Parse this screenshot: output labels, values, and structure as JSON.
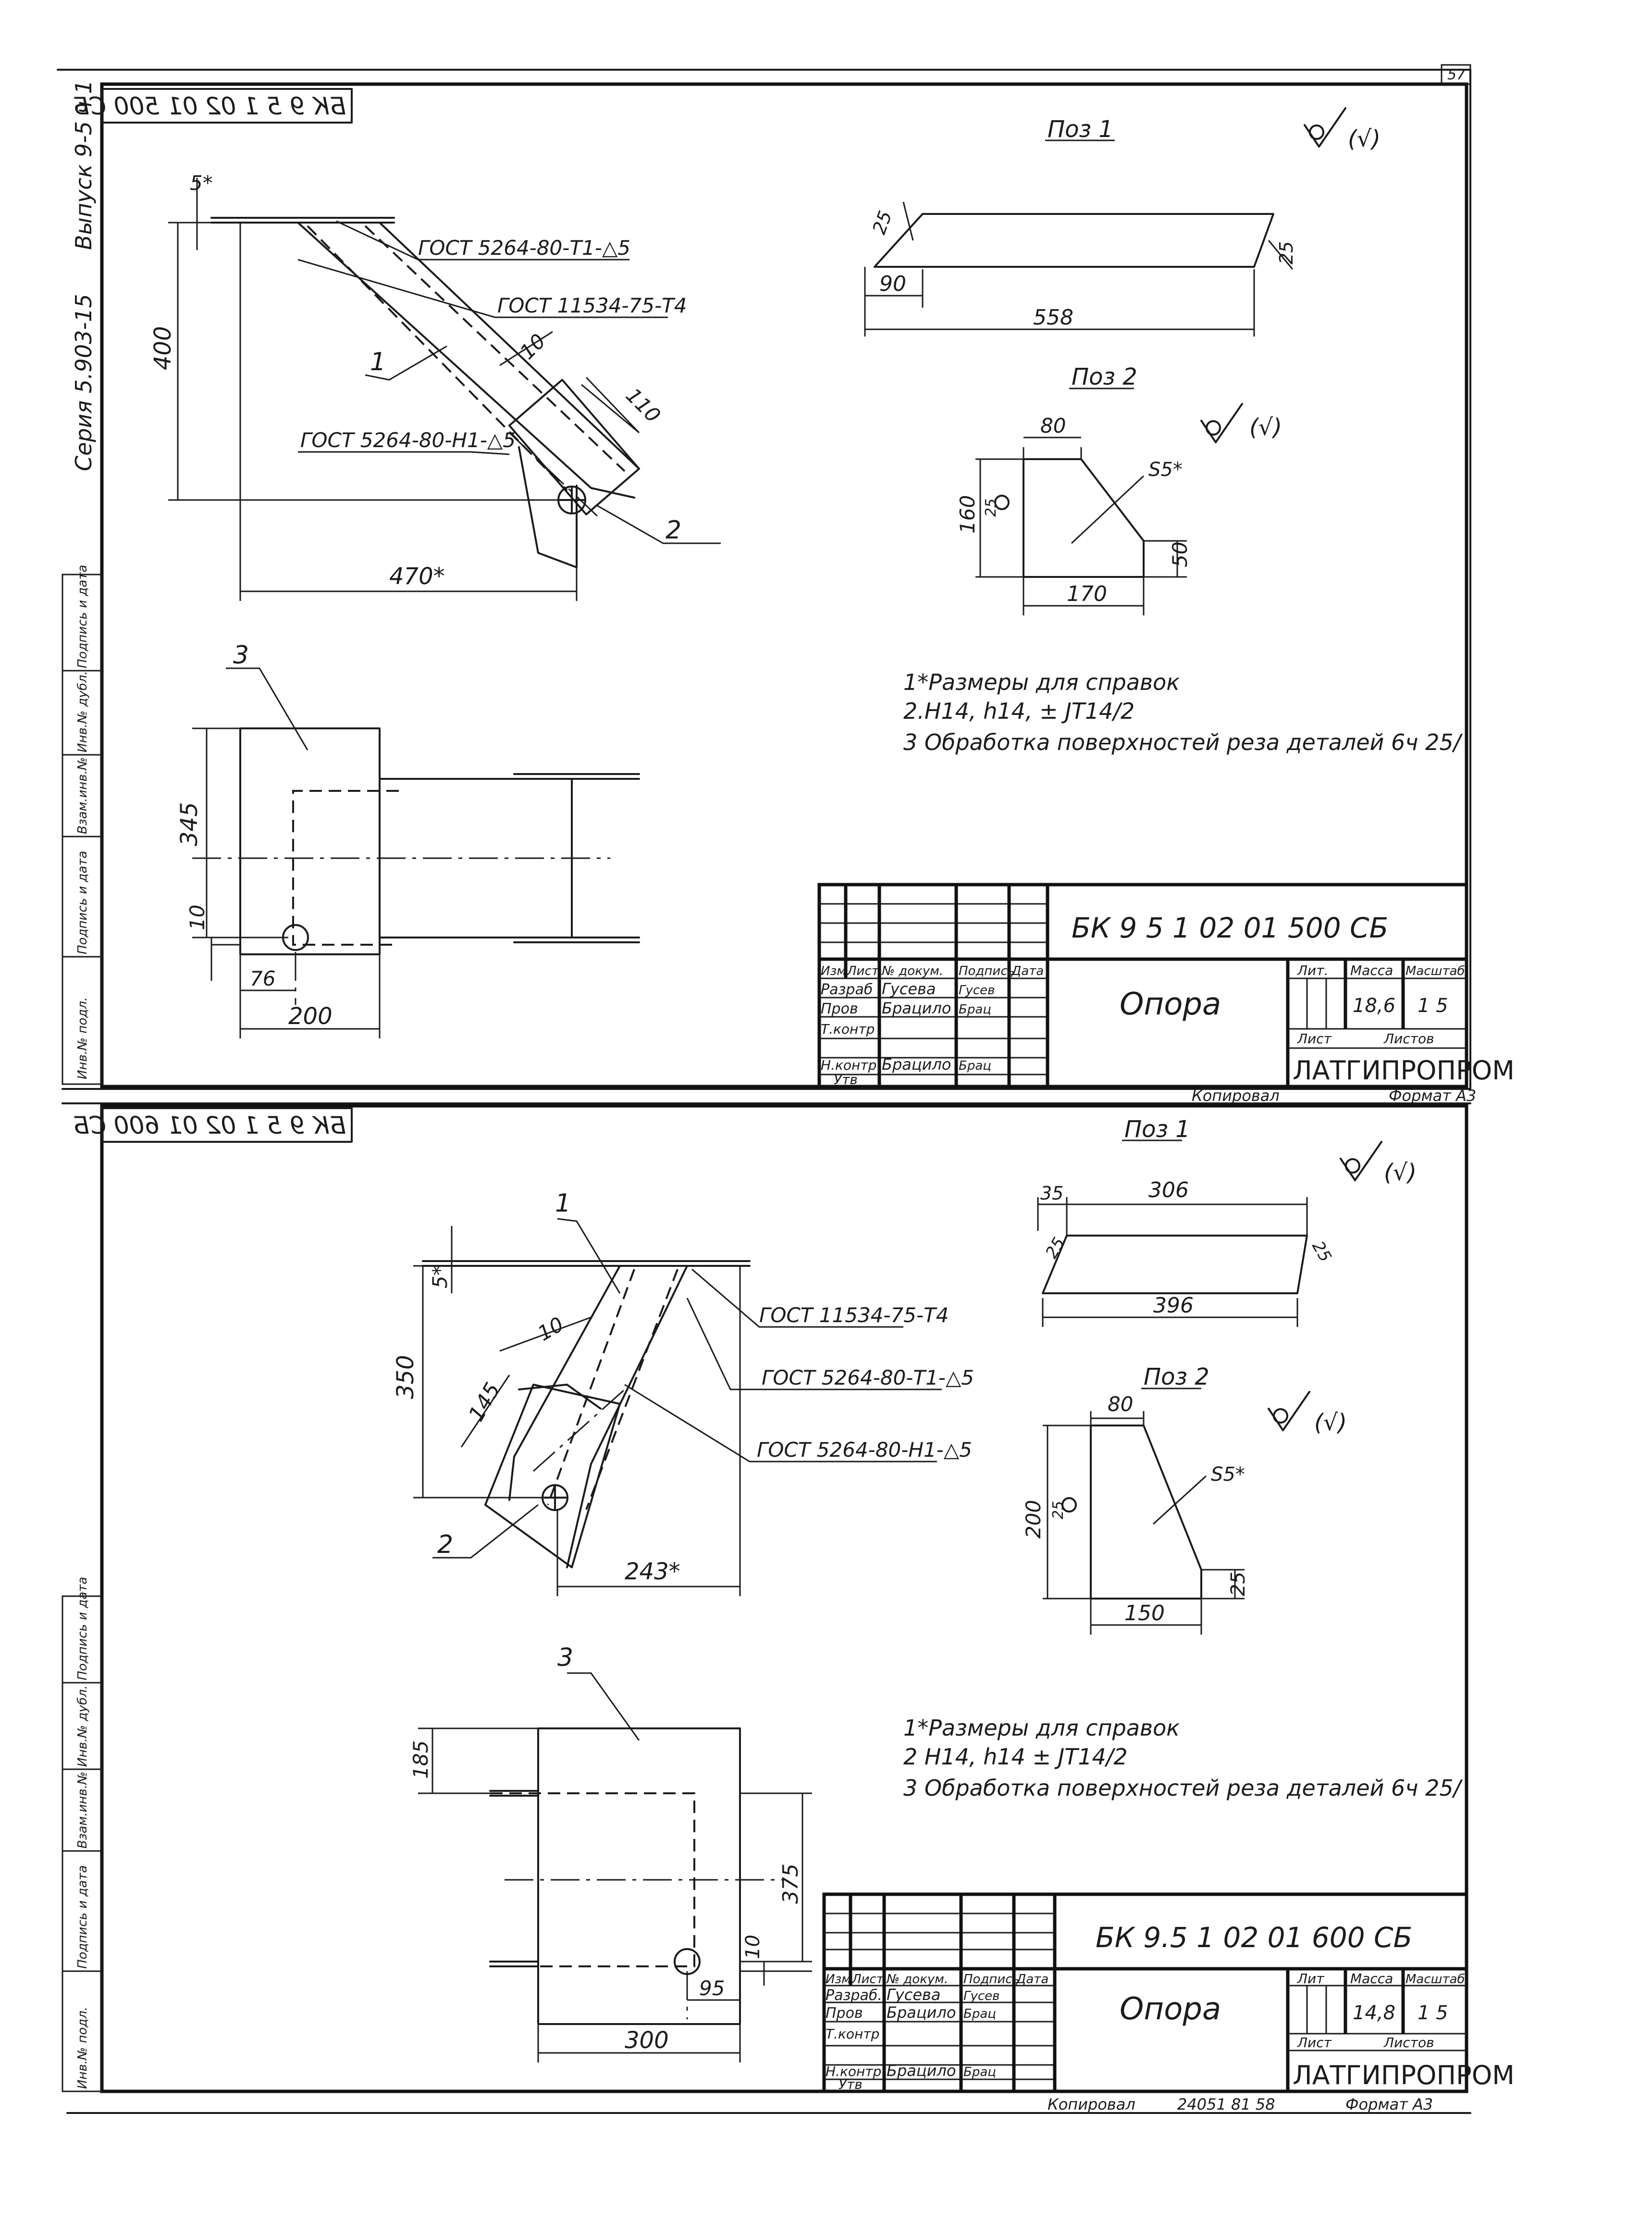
{
  "page_number": "57",
  "side_block": {
    "series": "Серия 5.903-15",
    "issue": "Выпуск 9-5 ч 1",
    "col_signature_date_1": "Подпись и дата",
    "col_dupl_inv": "Инв.№ дубл.",
    "col_replace_inv": "Взам.инв.№",
    "col_signature_date_2": "Подпись и дата",
    "col_orig_inv": "Инв.№ подл."
  },
  "sheet1": {
    "code_mirrored": "БК 9 5 1 02 01 500 СБ",
    "pos1_title": "Поз 1",
    "pos2_title": "Поз 2",
    "roughness_mark": "(√)",
    "weld_1": "ГОСТ 5264-80-Т1-△5",
    "weld_2": "ГОСТ 11534-75-Т4",
    "weld_3": "ГОСТ 5264-80-Н1-△5",
    "dims": {
      "d5": "5*",
      "d400": "400",
      "d10": "10",
      "d110": "110",
      "d470": "470*",
      "d345": "345",
      "d10b": "10",
      "d76": "76",
      "d200": "200",
      "p1_25a": "25",
      "p1_25b": "25",
      "p1_90": "90",
      "p1_558": "558",
      "p2_80": "80",
      "p2_160": "160",
      "p2_25": "25",
      "p2_s5": "S5*",
      "p2_50": "50",
      "p2_170": "170"
    },
    "labels": {
      "l1": "1",
      "l2": "2",
      "l3": "3"
    },
    "notes": [
      "1*Размеры для справок",
      "2.Н14, h14, ± JT14/2",
      "3 Обработка поверхностей реза деталей 6ч 25/"
    ],
    "title_block": {
      "designation": "БК 9 5 1 02 01 500 СБ",
      "name": "Опора",
      "h_izm": "Изм.",
      "h_list": "Лист",
      "h_doc": "№ докум.",
      "h_sign": "Подпись",
      "h_date": "Дата",
      "r_razrab": "Разраб",
      "r_razrab_name": "Гусева",
      "r_razrab_sign": "Гусев",
      "r_prov": "Пров",
      "r_prov_name": "Брацило",
      "r_prov_sign": "Брац",
      "r_tkontr": "Т.контр",
      "r_nkontr": "Н.контр",
      "r_nkontr_name": "Брацило",
      "r_nkontr_sign": "Брац",
      "r_utv": "Утв",
      "lit_label": "Лит.",
      "mass_label": "Масса",
      "scale_label": "Масштаб",
      "mass": "18,6",
      "scale": "1 5",
      "sheet_label": "Лист",
      "sheets_label": "Листов",
      "org": "ЛАТГИПРОПРОМ"
    },
    "footer_copied": "Копировал",
    "footer_format": "Формат А3"
  },
  "sheet2": {
    "code_mirrored": "БК 9 5 1 02 01 600 СБ",
    "pos1_title": "Поз 1",
    "pos2_title": "Поз 2",
    "roughness_mark": "(√)",
    "weld_1": "ГОСТ 11534-75-Т4",
    "weld_2": "ГОСТ 5264-80-Т1-△5",
    "weld_3": "ГОСТ 5264-80-Н1-△5",
    "dims": {
      "d5": "5*",
      "d350": "350",
      "d10": "10",
      "d145": "145",
      "d243": "243*",
      "d185": "185",
      "d375": "375",
      "d10b": "10",
      "d95": "95",
      "d300": "300",
      "p1_35": "35",
      "p1_306": "306",
      "p1_25a": "25",
      "p1_25b": "25",
      "p1_396": "396",
      "p2_80": "80",
      "p2_200": "200",
      "p2_25": "25",
      "p2_s5": "S5*",
      "p2_150": "150",
      "p2_25b": "25"
    },
    "labels": {
      "l1": "1",
      "l2": "2",
      "l3": "3"
    },
    "notes": [
      "1*Размеры для справок",
      "2 Н14, h14 ± JT14/2",
      "3 Обработка поверхностей реза деталей 6ч 25/"
    ],
    "title_block": {
      "designation": "БК 9.5 1 02 01 600 СБ",
      "name": "Опора",
      "h_izm": "Изм.",
      "h_list": "Лист",
      "h_doc": "№ докум.",
      "h_sign": "Подпись",
      "h_date": "Дата",
      "r_razrab": "Разраб.",
      "r_razrab_name": "Гусева",
      "r_razrab_sign": "Гусев",
      "r_prov": "Пров",
      "r_prov_name": "Брацило",
      "r_prov_sign": "Брац",
      "r_tkontr": "Т.контр",
      "r_nkontr": "Н.контр.",
      "r_nkontr_name": "Брацило",
      "r_nkontr_sign": "Брац",
      "r_utv": "Утв",
      "lit_label": "Лит",
      "mass_label": "Масса",
      "scale_label": "Масштаб",
      "mass": "14,8",
      "scale": "1 5",
      "sheet_label": "Лист",
      "sheets_label": "Листов",
      "org": "ЛАТГИПРОПРОМ"
    },
    "footer_copied": "Копировал",
    "footer_number": "24051 81 58",
    "footer_format": "Формат А3"
  }
}
